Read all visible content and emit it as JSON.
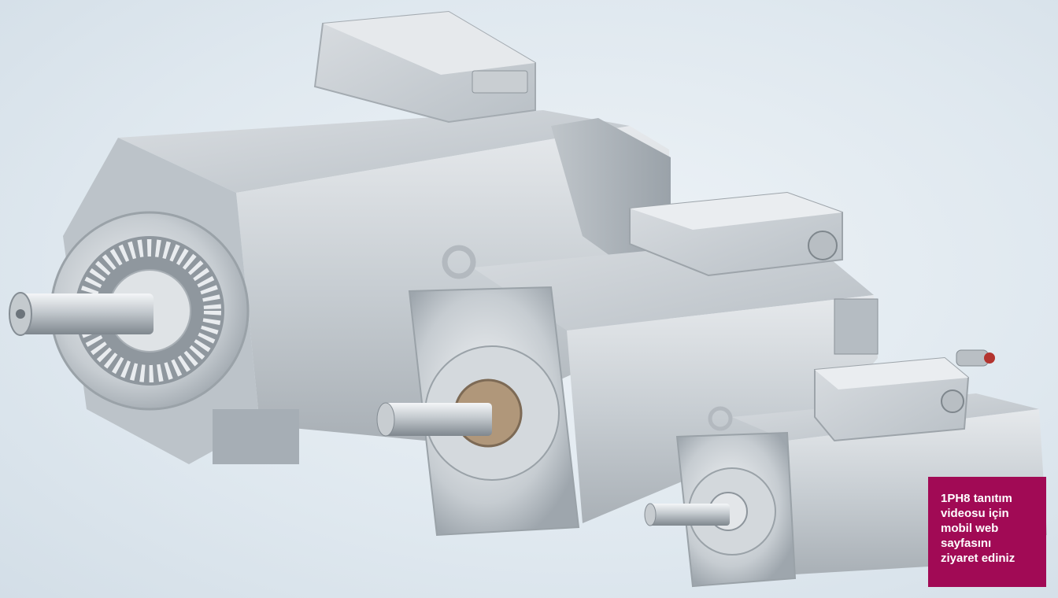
{
  "cta": {
    "lines": [
      "1PH8 tanıtım",
      "videosu için",
      "mobil web",
      "sayfasını",
      "ziyaret ediniz"
    ]
  },
  "colors": {
    "background": "#e4ebf1",
    "cta_background": "#a10a55",
    "cta_text": "#ffffff",
    "motor_body": "#c9cfd4",
    "motor_shadow": "#8d959c"
  },
  "product_image": {
    "subject": "three-servo-motors"
  }
}
